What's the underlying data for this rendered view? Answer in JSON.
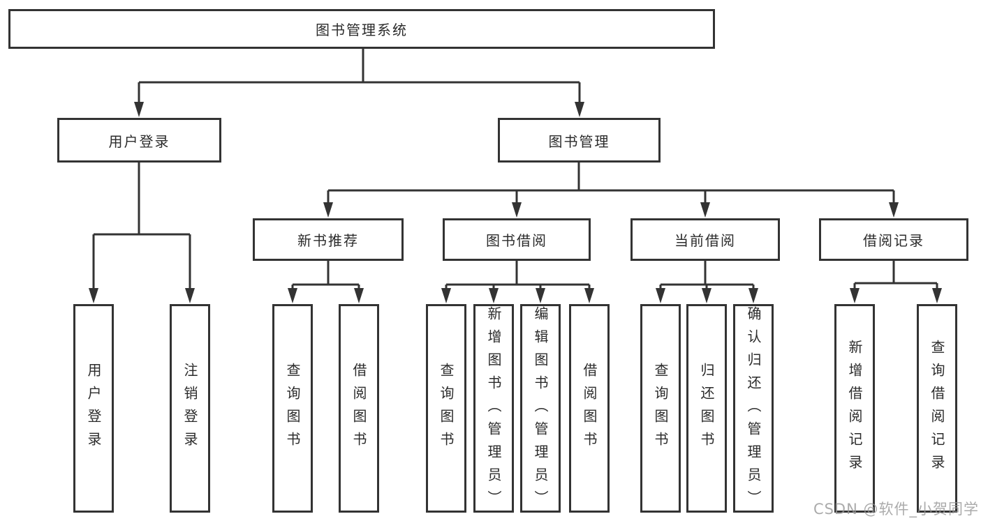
{
  "diagram": {
    "colors": {
      "line": "#333333",
      "box_border": "#333333",
      "text": "#2b2b2b",
      "background": "#ffffff",
      "watermark": "#969696"
    },
    "root": {
      "label": "图书管理系统"
    },
    "level2": [
      {
        "label": "用户登录"
      },
      {
        "label": "图书管理"
      }
    ],
    "level3": [
      {
        "label": "新书推荐",
        "parent": "图书管理"
      },
      {
        "label": "图书借阅",
        "parent": "图书管理"
      },
      {
        "label": "当前借阅",
        "parent": "图书管理"
      },
      {
        "label": "借阅记录",
        "parent": "图书管理"
      }
    ],
    "leaves": [
      {
        "label": "用户登录",
        "parent": "用户登录"
      },
      {
        "label": "注销登录",
        "parent": "用户登录"
      },
      {
        "label": "查询图书",
        "parent": "新书推荐"
      },
      {
        "label": "借阅图书",
        "parent": "新书推荐"
      },
      {
        "label": "查询图书",
        "parent": "图书借阅"
      },
      {
        "label": "新增图书（管理员）",
        "parent": "图书借阅"
      },
      {
        "label": "编辑图书（管理员）",
        "parent": "图书借阅"
      },
      {
        "label": "借阅图书",
        "parent": "图书借阅"
      },
      {
        "label": "查询图书",
        "parent": "当前借阅"
      },
      {
        "label": "归还图书",
        "parent": "当前借阅"
      },
      {
        "label": "确认归还（管理员）",
        "parent": "当前借阅"
      },
      {
        "label": "新增借阅记录",
        "parent": "借阅记录"
      },
      {
        "label": "查询借阅记录",
        "parent": "借阅记录"
      }
    ],
    "watermark": "CSDN @软件_小贺同学"
  }
}
